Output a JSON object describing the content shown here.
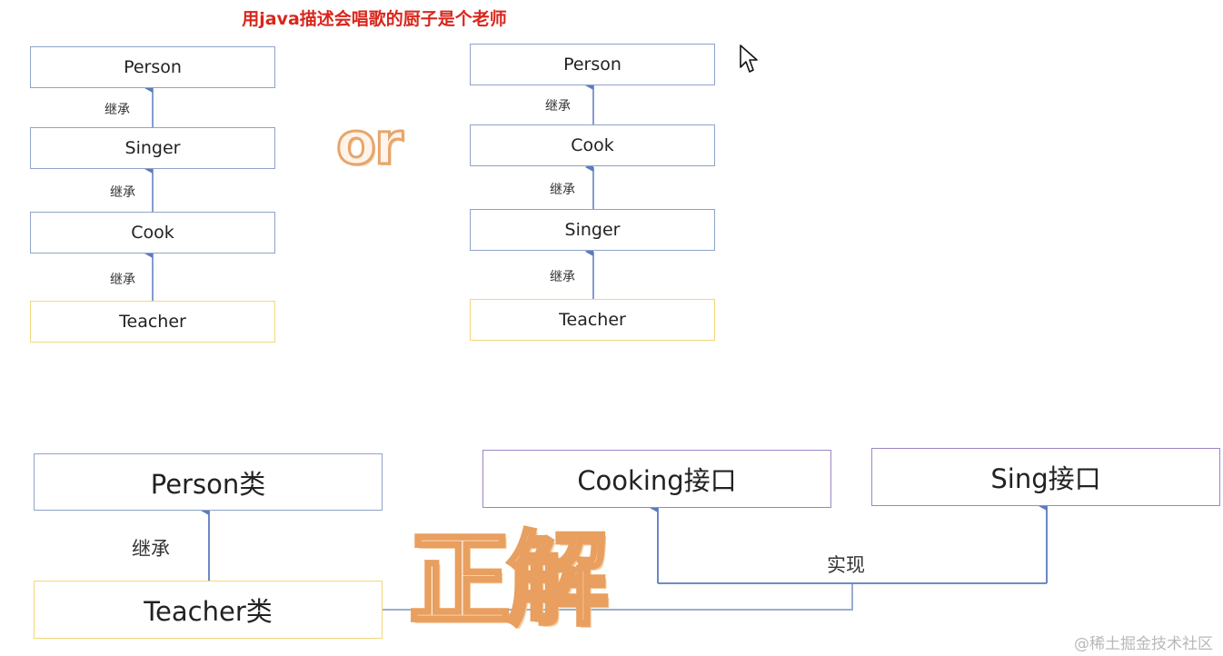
{
  "title": "用java描述会唱歌的厨子是个老师",
  "left_chain": {
    "boxes": [
      "Person",
      "Singer",
      "Cook",
      "Teacher"
    ],
    "edge_labels": [
      "继承",
      "继承",
      "继承"
    ]
  },
  "or_text": "or",
  "right_chain": {
    "boxes": [
      "Person",
      "Cook",
      "Singer",
      "Teacher"
    ],
    "edge_labels": [
      "继承",
      "继承",
      "继承"
    ]
  },
  "solution": {
    "person_class": "Person类",
    "teacher_class": "Teacher类",
    "cooking_interface": "Cooking接口",
    "sing_interface": "Sing接口",
    "inherit_label": "继承",
    "implement_label": "实现",
    "answer_text": "正解"
  },
  "watermark": "@稀土掘金技术社区",
  "colors": {
    "title": "#d9261c",
    "arrow": "#5b7bbf",
    "class_border": "#8fa3c8",
    "teacher_border": "#f2d779",
    "interface_border": "#9c86c2",
    "stamp_stroke": "#e89f5f"
  }
}
